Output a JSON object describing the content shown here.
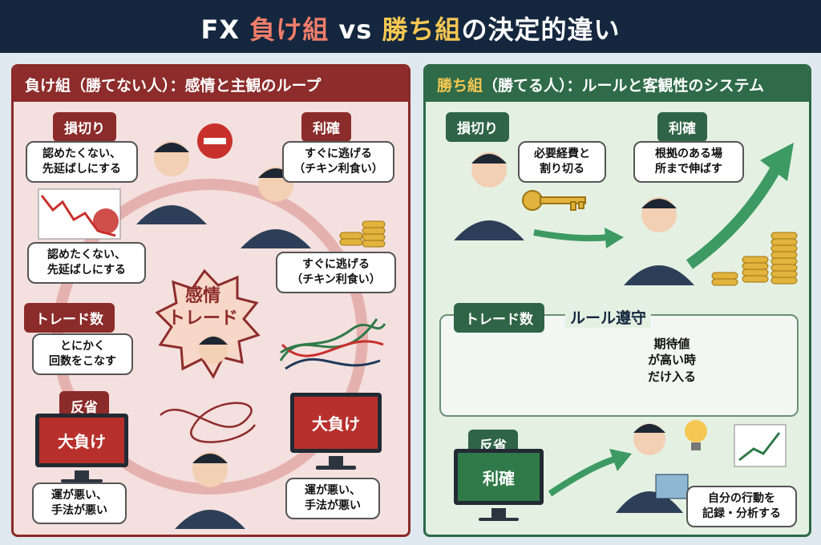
{
  "header": {
    "title_prefix": "FX ",
    "title_lose": "負け組",
    "title_vs": " vs ",
    "title_win": "勝ち組",
    "title_suffix": "の決定的違い"
  },
  "left_panel": {
    "heading": "負け組（勝てない人）：感情と主観のループ",
    "stoploss_tag": "損切り",
    "stoploss_bubble": "認めたくない、\n先延ばしにする",
    "takeprofit_tag": "利確",
    "takeprofit_bubble": "すぐに逃げる\n（チキン利食い）",
    "mid_left_bubble": "認めたくない、\n先延ばしにする",
    "mid_right_bubble": "すぐに逃げる\n（チキン利食い）",
    "burst_text": "感情\nトレード",
    "tradecount_tag": "トレード数",
    "tradecount_bubble": "とにかく\n回数をこなす",
    "reflection_tag": "反省",
    "monitor_left_text": "大負け",
    "monitor_right_text": "大負け",
    "bottom_left_bubble": "運が悪い、\n手法が悪い",
    "bottom_right_bubble": "運が悪い、\n手法が悪い"
  },
  "right_panel": {
    "heading_gold": "勝ち組",
    "heading_rest": "（勝てる人）：ルールと客観性のシステム",
    "stoploss_tag": "損切り",
    "stoploss_bubble": "必要経費と\n割り切る",
    "takeprofit_tag": "利確",
    "takeprofit_bubble": "根拠のある場\n所まで伸ばす",
    "tradecount_tag": "トレード数",
    "rule_label": "ルール遵守",
    "expect_text": "期待値\nが高い時\nだけ入る",
    "reflection_tag": "反省",
    "monitor_text": "利確",
    "reflection_bubble": "自分の行動を\n記録・分析する"
  },
  "colors": {
    "header_bg": "#14273f",
    "lose_accent": "#8d2c2b",
    "win_accent": "#2f6b49",
    "gold": "#f6c752"
  }
}
